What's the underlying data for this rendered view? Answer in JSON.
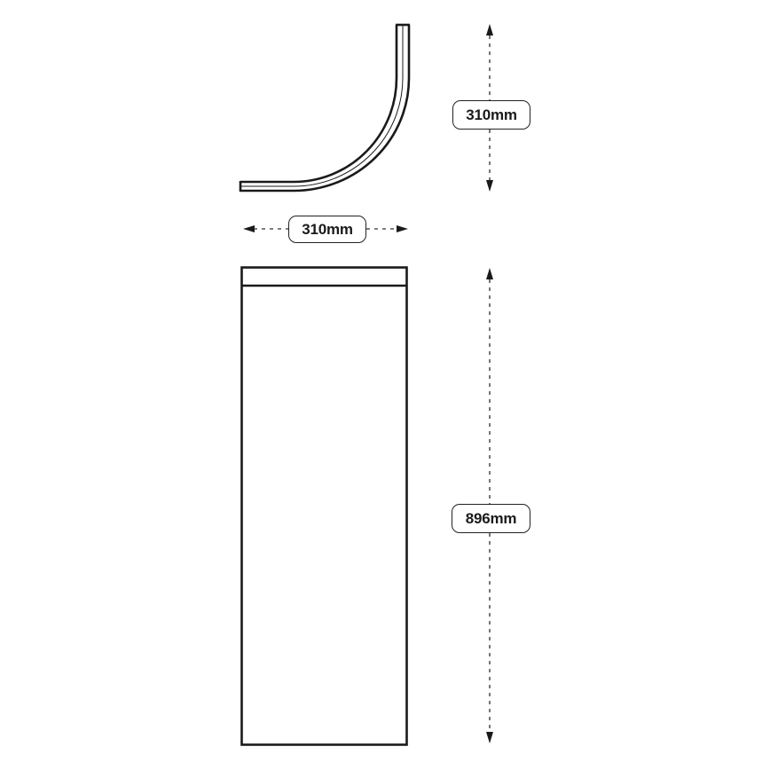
{
  "diagram": {
    "type": "technical-dimension-drawing",
    "subject": "curved corner panel",
    "colors": {
      "stroke": "#1a1a1a",
      "dashed": "#555555",
      "background": "#ffffff"
    },
    "top_view": {
      "shape": "quarter-arc panel profile",
      "height_dimension": {
        "label": "310mm"
      },
      "width_dimension": {
        "label": "310mm"
      }
    },
    "front_view": {
      "shape": "tall rectangle with top band",
      "height_dimension": {
        "label": "896mm"
      }
    }
  }
}
